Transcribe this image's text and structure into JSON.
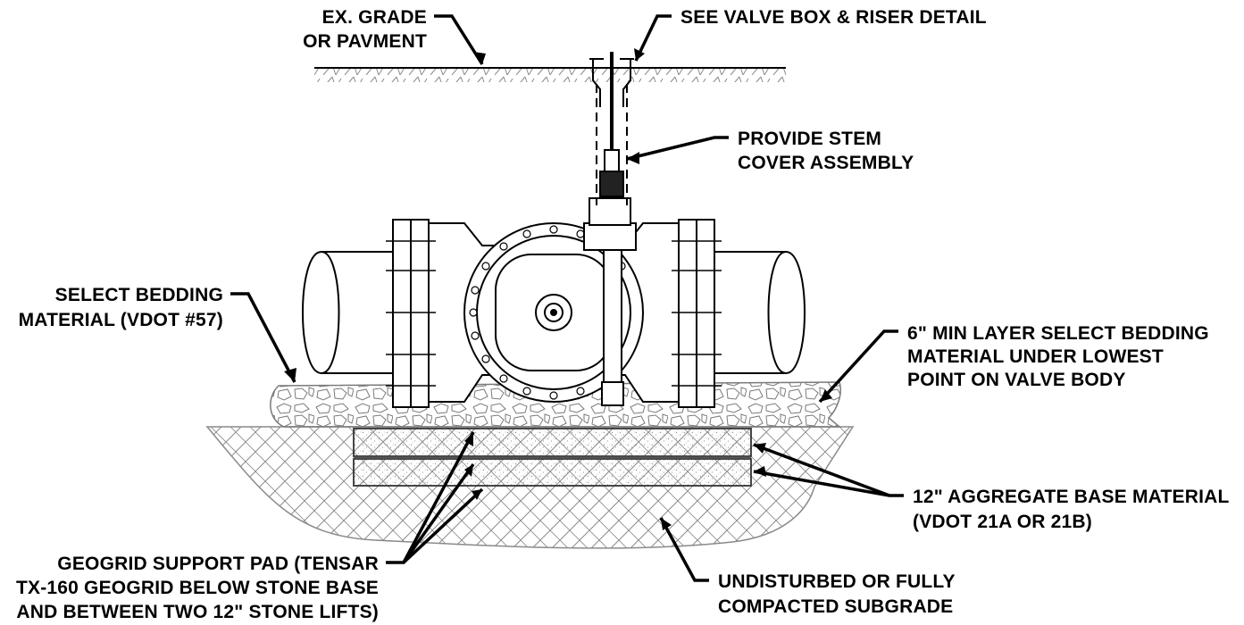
{
  "labels": {
    "ex_grade": [
      "EX. GRADE",
      "OR PAVMENT"
    ],
    "valve_box": [
      "SEE VALVE BOX & RISER DETAIL"
    ],
    "stem_cover": [
      "PROVIDE STEM",
      "COVER ASSEMBLY"
    ],
    "select_bedding": [
      "SELECT BEDDING",
      "MATERIAL (VDOT #57)"
    ],
    "min_layer": [
      "6\" MIN LAYER SELECT BEDDING",
      "MATERIAL UNDER LOWEST",
      "POINT ON VALVE BODY"
    ],
    "aggregate_base": [
      "12\" AGGREGATE BASE MATERIAL",
      "(VDOT 21A OR 21B)"
    ],
    "geogrid_pad": [
      "GEOGRID SUPPORT PAD (TENSAR",
      "TX-160 GEOGRID BELOW STONE BASE",
      "AND BETWEEN TWO 12\" STONE LIFTS)"
    ],
    "subgrade": [
      "UNDISTURBED OR FULLY",
      "COMPACTED SUBGRADE"
    ]
  },
  "colors": {
    "line": "#000000",
    "hatch": "#8a8a8a",
    "stone": "#7a7a7a",
    "aggregate_dot": "#9a9a9a"
  }
}
